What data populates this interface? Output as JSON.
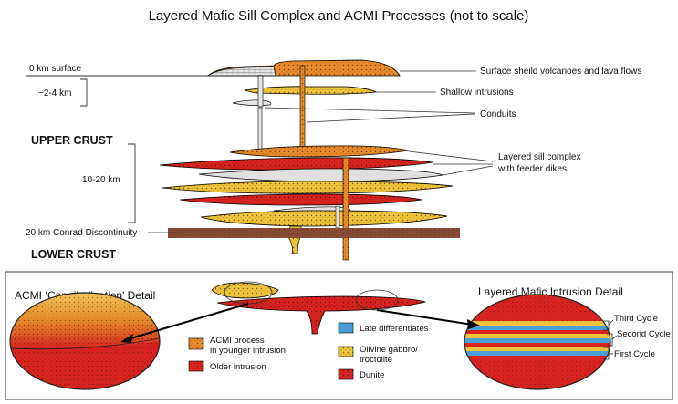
{
  "title": "Layered Mafic Sill Complex and ACMI Processes (not to scale)",
  "left_labels": {
    "surface": "0 km surface",
    "shallow_depth": "~2-4 km",
    "upper_crust": "UPPER CRUST",
    "sill_depth": "10-20 km",
    "conrad": "20 km Conrad Discontinuity",
    "lower_crust": "LOWER CRUST"
  },
  "right_labels": {
    "volcanoes": "Surface sheild volcanoes and lava flows",
    "shallow": "Shallow intrusions",
    "conduits": "Conduits",
    "sill_line1": "Layered sill complex",
    "sill_line2": "with feeder dikes"
  },
  "detail_panel": {
    "acmi_title": "ACMI ‘Cannibalization’ Detail",
    "layered_title": "Layered Mafic Intrusion Detail",
    "legend": {
      "acmi_line1": "ACMI process",
      "acmi_line2": "in younger intrusion",
      "older": "Older intrusion",
      "late": "Late differentiates",
      "olivine_line1": "Olivine gabbro/",
      "olivine_line2": "troctolite",
      "dunite": "Dunite"
    },
    "cycles": {
      "third": "Third Cycle",
      "second": "Second Cycle",
      "first": "First Cycle"
    }
  },
  "colors": {
    "dunite_red": "#d9231f",
    "gabbro_yellow": "#f0c43a",
    "late_blue": "#4a9fd4",
    "acmi_orange": "#e88a2a",
    "crust_brown": "#8a4a36",
    "gray_sill": "#d8d8d8"
  }
}
